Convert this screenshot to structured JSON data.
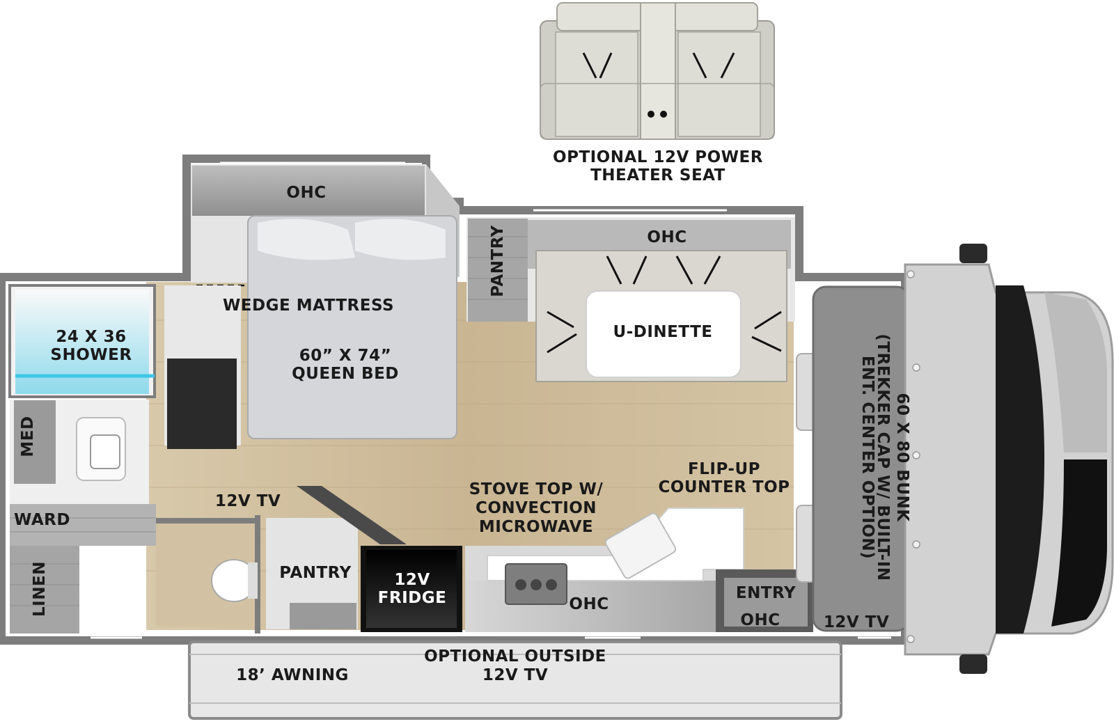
{
  "labels": {
    "theater_seat_line1": "OPTIONAL 12V POWER",
    "theater_seat_line2": "THEATER SEAT",
    "ohc_bedroom": "OHC",
    "ohc_dinette": "OHC",
    "ohc_galley": "OHC",
    "ohc_entry": "OHC",
    "pantry_upper": "PANTRY",
    "pantry_lower": "PANTRY",
    "u_dinette": "U-DINETTE",
    "wedge_mattress": "WEDGE MATTRESS",
    "queen_bed_line1": "60” X 74”",
    "queen_bed_line2": "QUEEN BED",
    "shower_line1": "24 X 36",
    "shower_line2": "SHOWER",
    "med": "MED",
    "ward": "WARD",
    "linen": "LINEN",
    "tv_bedroom": "12V TV",
    "tv_cab": "12V TV",
    "fridge_line1": "12V",
    "fridge_line2": "FRIDGE",
    "stove_line1": "STOVE TOP W/",
    "stove_line2": "CONVECTION",
    "stove_line3": "MICROWAVE",
    "flip_up_line1": "FLIP-UP",
    "flip_up_line2": "COUNTER TOP",
    "entry": "ENTRY",
    "bunk_line1": "60 X 80 BUNK",
    "bunk_line2": "(TREKKER CAP W/ BUILT-IN",
    "bunk_line3": "ENT. CENTER OPTION)",
    "outside_tv_line1": "OPTIONAL OUTSIDE",
    "outside_tv_line2": "12V TV",
    "awning": "18’ AWNING"
  },
  "colors": {
    "wall": "#7d7d7d",
    "floor": "#cdbb9a",
    "cabinet": "#a9a9a9",
    "upholstery": "#d9d7cf",
    "fridge": "#111111",
    "shower_water": "#3ec6e6",
    "bed": "#cfd1d4",
    "text": "#1a1a1a"
  }
}
